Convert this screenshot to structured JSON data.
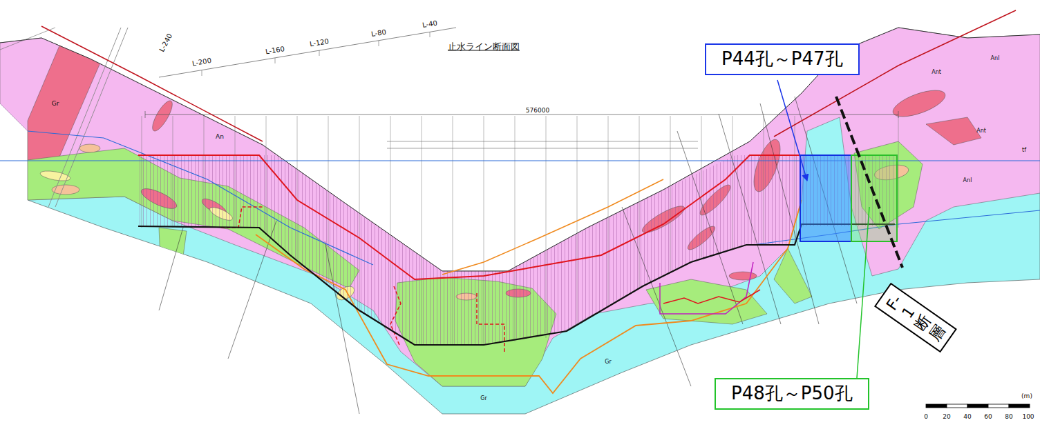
{
  "diagram": {
    "title": "止水ライン断面図",
    "nodes": [
      {
        "text": [
          "P44孔～P47孔"
        ]
      },
      {
        "text": [
          "F-1 断層"
        ]
      },
      {
        "text": [
          "P48孔～P50孔"
        ]
      }
    ],
    "labels": [
      "576000",
      "L-240",
      "L-200",
      "L-160",
      "L-120",
      "L-80",
      "L-40",
      "Gr",
      "An",
      "Gr",
      "Gr",
      "Anl",
      "Ant",
      "Ant",
      "tf",
      "Anl",
      "0",
      "20",
      "40",
      "60",
      "80",
      "100",
      "(m)"
    ]
  }
}
